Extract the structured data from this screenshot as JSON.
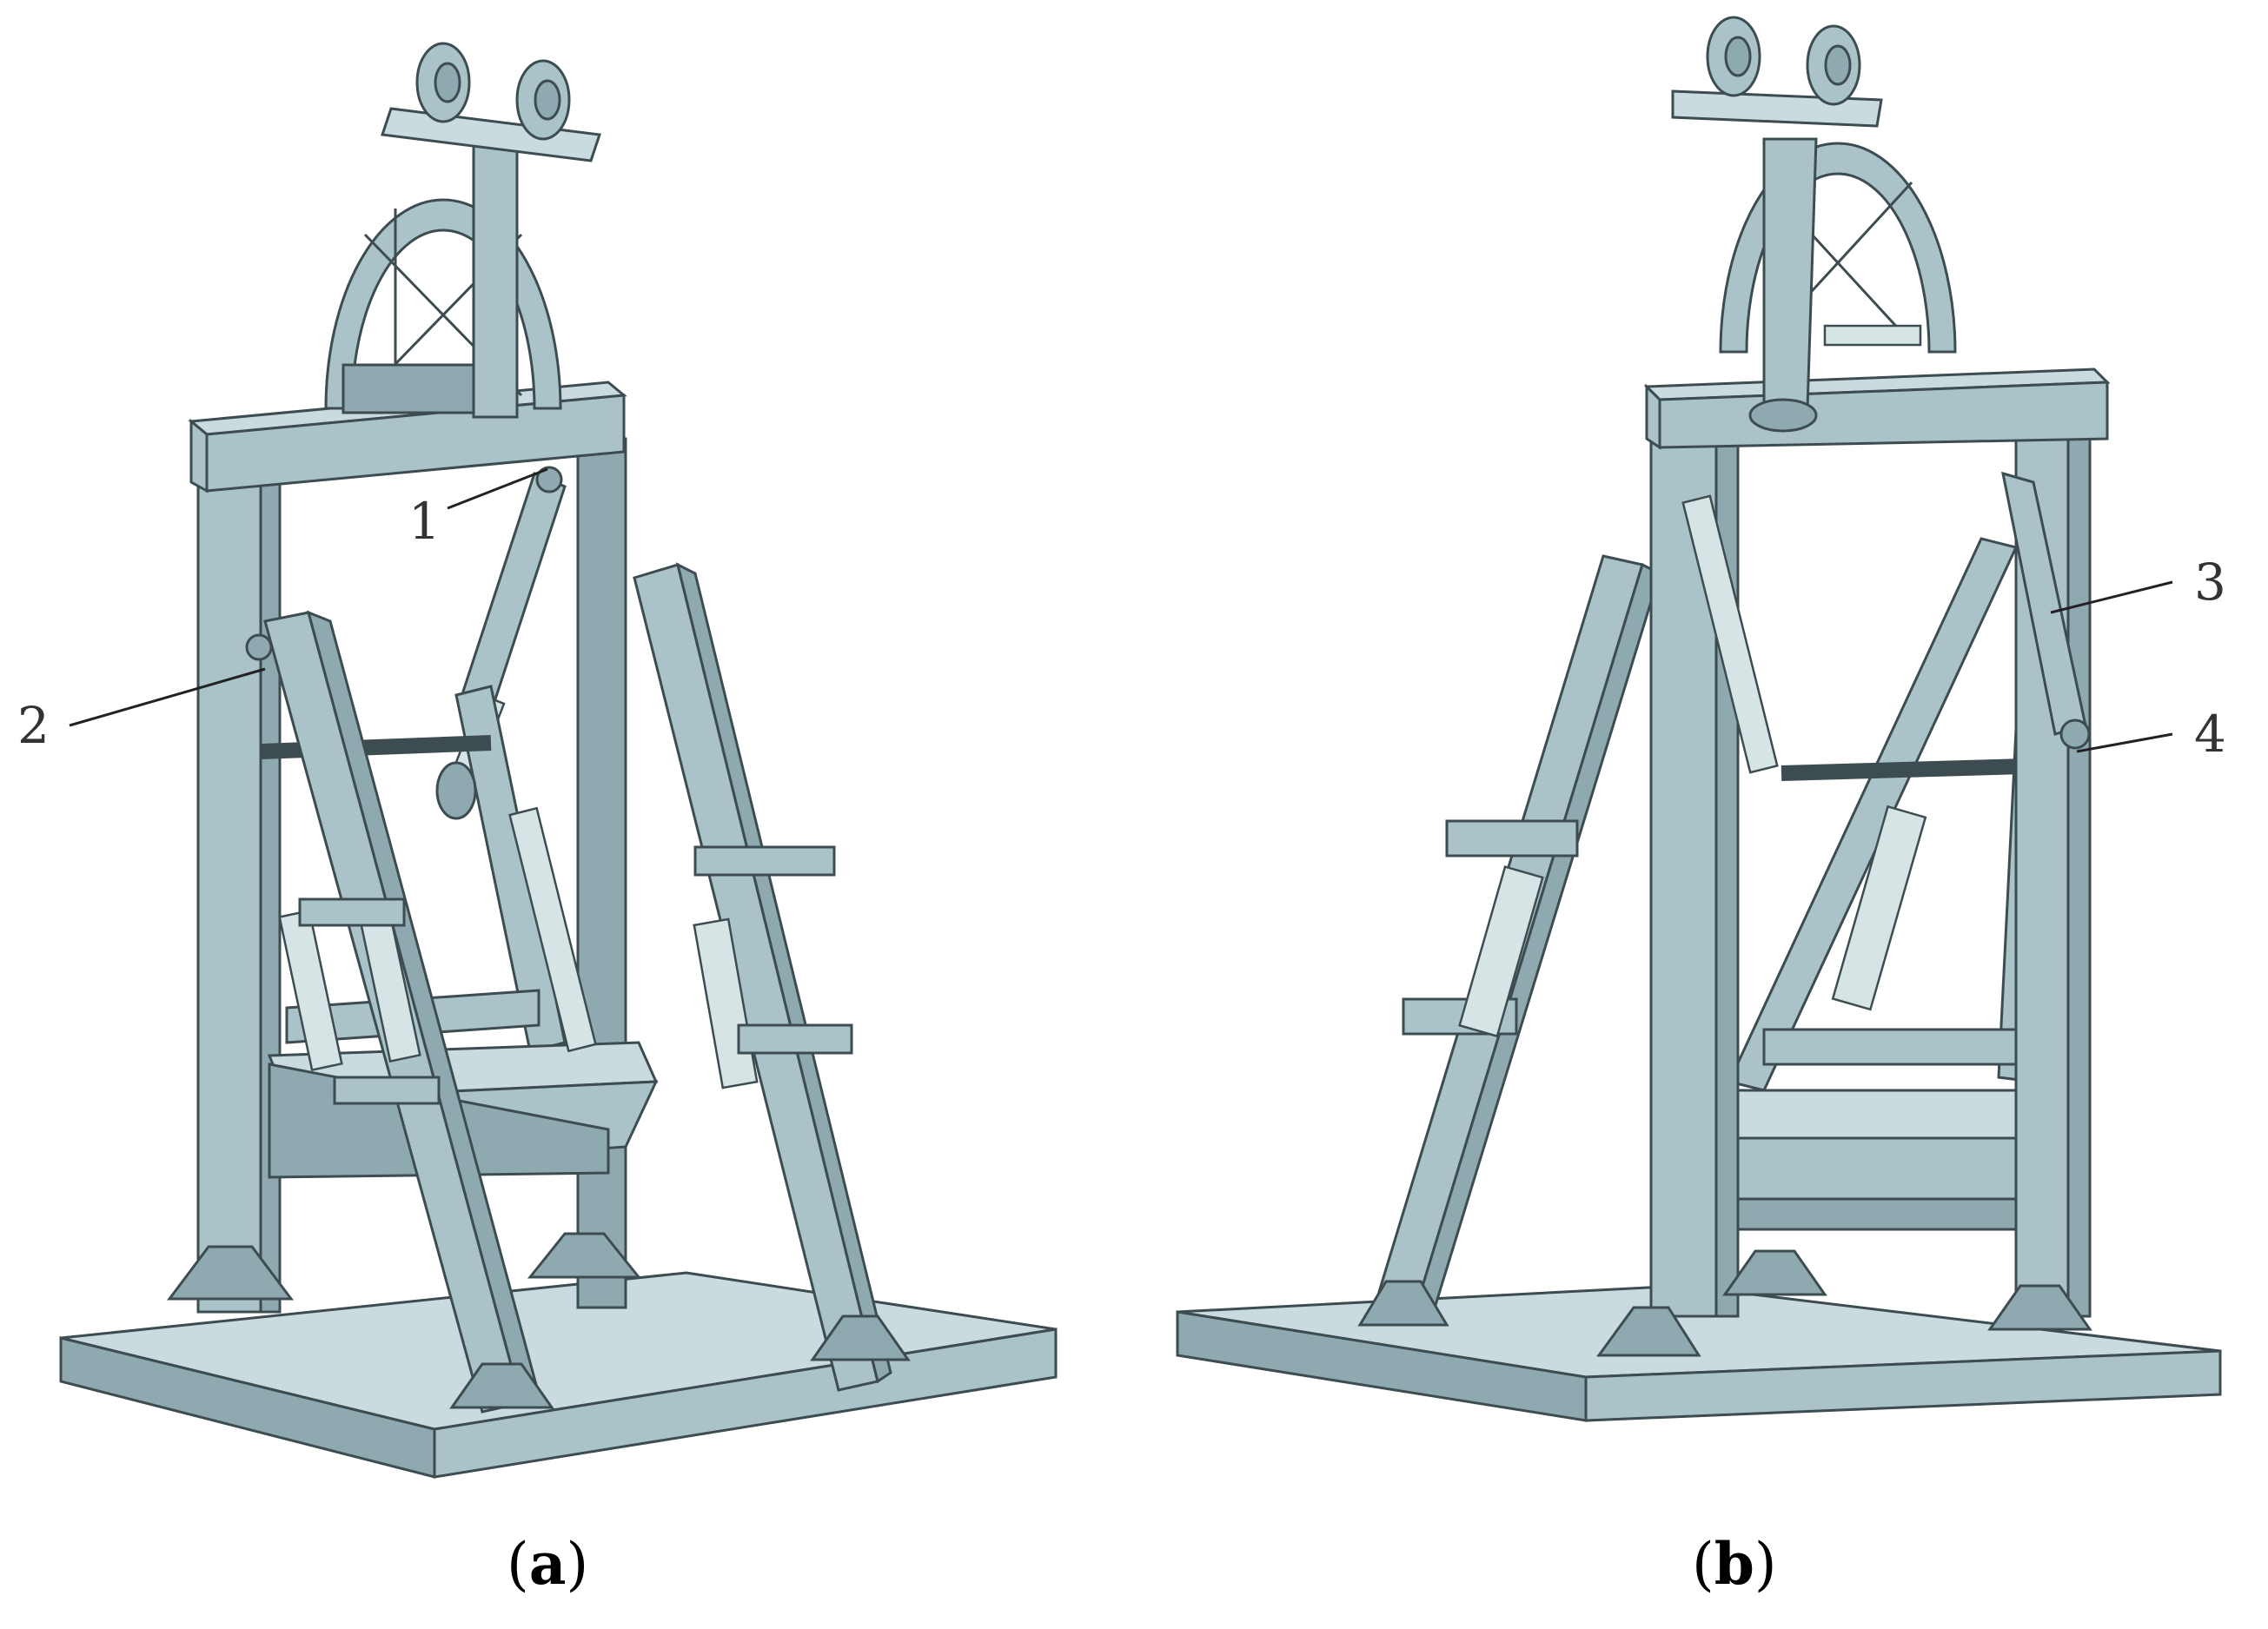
{
  "figure": {
    "panels": [
      {
        "id": "a",
        "caption_open": "(",
        "caption_letter": "a",
        "caption_close": ")",
        "callouts": [
          "1",
          "2"
        ]
      },
      {
        "id": "b",
        "caption_open": "(",
        "caption_letter": "b",
        "caption_close": ")",
        "callouts": [
          "3",
          "4"
        ]
      }
    ]
  },
  "colors": {
    "steel": "#a9c3c8",
    "steel_dark": "#8eaab0",
    "steel_light": "#c9dbde",
    "outline": "#3d4c50"
  }
}
